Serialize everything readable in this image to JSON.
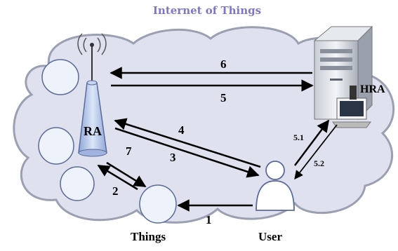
{
  "title": "Internet of Things",
  "nodes": {
    "ra": "RA",
    "hra": "HRA",
    "things": "Things",
    "user": "User"
  },
  "steps": {
    "s1": "1",
    "s2": "2",
    "s3": "3",
    "s4": "4",
    "s5": "5",
    "s6": "6",
    "s7": "7",
    "s51": "5.1",
    "s52": "5.2"
  },
  "colors": {
    "cloud_fill": "#dfe2ee",
    "cloud_stroke": "#9aa0b2",
    "title": "#7d78c4",
    "node_fill": "#e8eefb",
    "node_stroke": "#5a6a9a",
    "tower_fill": "#b9c9ea",
    "arrow": "#000000"
  }
}
